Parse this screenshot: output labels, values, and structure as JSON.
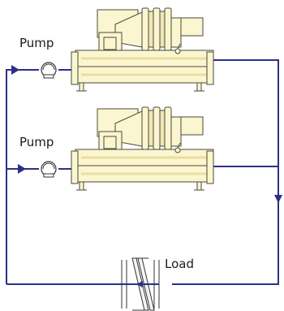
{
  "labels": {
    "pump_top": "Pump",
    "pump_bottom": "Pump",
    "load": "Load"
  },
  "colors": {
    "pipe": "#2b2f8a",
    "unit_fill": "#fbf6cf",
    "unit_stroke": "#4a4a3a",
    "unit_shade": "#e7dfa3"
  },
  "icons": [
    "pump-icon",
    "chiller-icon",
    "heat-exchanger-icon",
    "flow-arrow-icon"
  ]
}
